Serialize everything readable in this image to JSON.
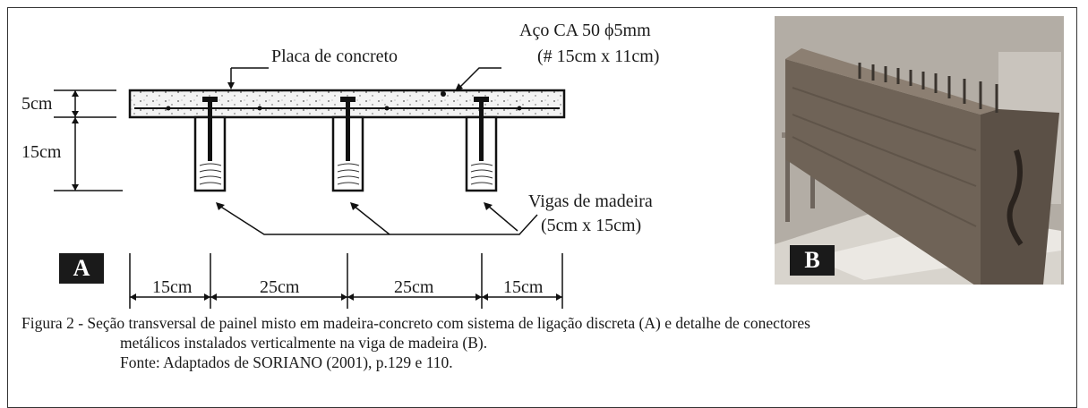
{
  "diagram": {
    "label_steel": "Aço CA 50 ϕ5mm",
    "label_steel_mesh": "(# 15cm x 11cm)",
    "label_slab": "Placa de concreto",
    "label_beams": "Vigas de madeira",
    "label_beam_size": "(5cm x 15cm)",
    "dim_slab_height": "5cm",
    "dim_beam_height": "15cm",
    "dim_spans": [
      "15cm",
      "25cm",
      "25cm",
      "15cm"
    ],
    "badge_a": "A"
  },
  "photo": {
    "badge_b": "B"
  },
  "caption": {
    "line1": "Figura 2 - Seção transversal de painel misto em madeira-concreto com sistema de ligação discreta (A) e detalhe de conectores",
    "line2": "metálicos instalados verticalmente na viga de madeira (B).",
    "source": "Fonte: Adaptados de SORIANO (2001), p.129 e 110."
  }
}
